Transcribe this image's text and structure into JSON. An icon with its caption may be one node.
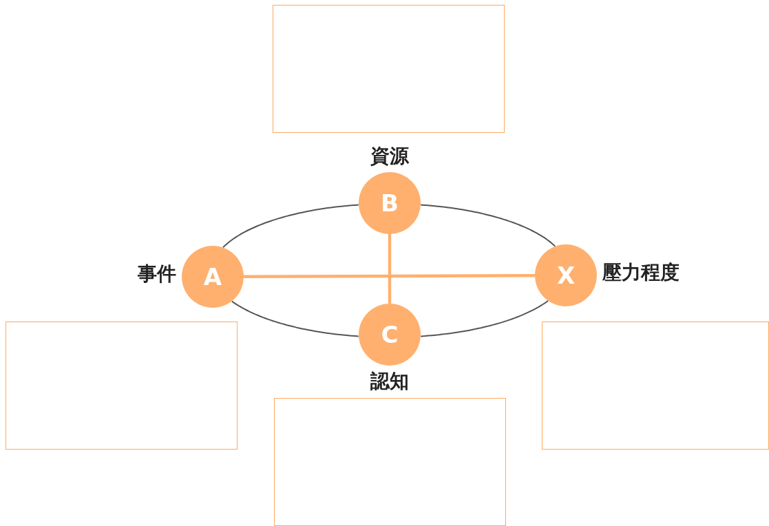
{
  "diagram": {
    "nodes": [
      {
        "text": [],
        "shape": "box"
      },
      {
        "text": [
          "B"
        ],
        "beside": [
          "資源"
        ]
      },
      {
        "text": [
          "A"
        ],
        "beside": [
          "事件"
        ]
      },
      {
        "text": [
          "X"
        ],
        "beside": [
          "壓力程度"
        ]
      },
      {
        "text": [
          "C"
        ],
        "beside": [
          "認知"
        ]
      },
      {
        "text": [],
        "shape": "box"
      },
      {
        "text": [],
        "shape": "box"
      },
      {
        "text": [],
        "shape": "box"
      }
    ],
    "edges": [
      {
        "from": 2,
        "to": 1,
        "arrow": "none"
      },
      {
        "from": 1,
        "to": 3,
        "arrow": "none"
      },
      {
        "from": 3,
        "to": 4,
        "arrow": "none"
      },
      {
        "from": 4,
        "to": 2,
        "arrow": "none"
      },
      {
        "from": 2,
        "to": 3,
        "arrow": "none",
        "style": "thick",
        "color": "#ffb06e"
      },
      {
        "from": 1,
        "to": 4,
        "arrow": "none",
        "style": "thick",
        "color": "#ffb06e"
      }
    ]
  }
}
